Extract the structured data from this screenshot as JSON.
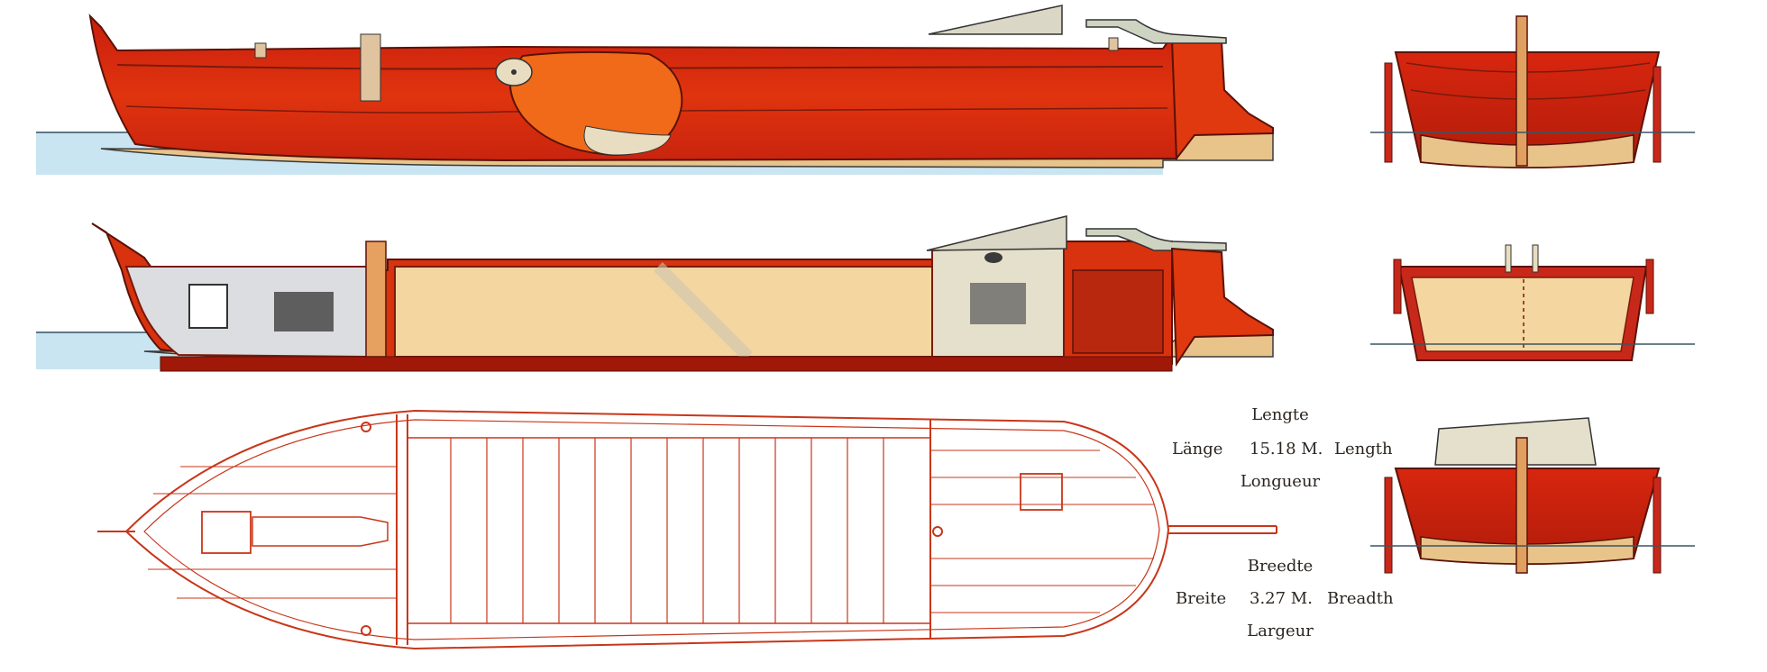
{
  "colors": {
    "hull_red": "#d8260f",
    "hull_orange": "#ef6a1c",
    "bottom_tan": "#e8c38a",
    "water_blue": "#bfe0ef",
    "line_red": "#c8361a",
    "cabin_cream": "#eae4cc"
  },
  "dimensions": {
    "length": {
      "dutch": "Lengte",
      "german": "Länge",
      "value": "15.18 M.",
      "english": "Length",
      "french": "Longueur"
    },
    "breadth": {
      "dutch": "Breedte",
      "german": "Breite",
      "value": "3.27 M.",
      "english": "Breadth",
      "french": "Largeur"
    }
  }
}
